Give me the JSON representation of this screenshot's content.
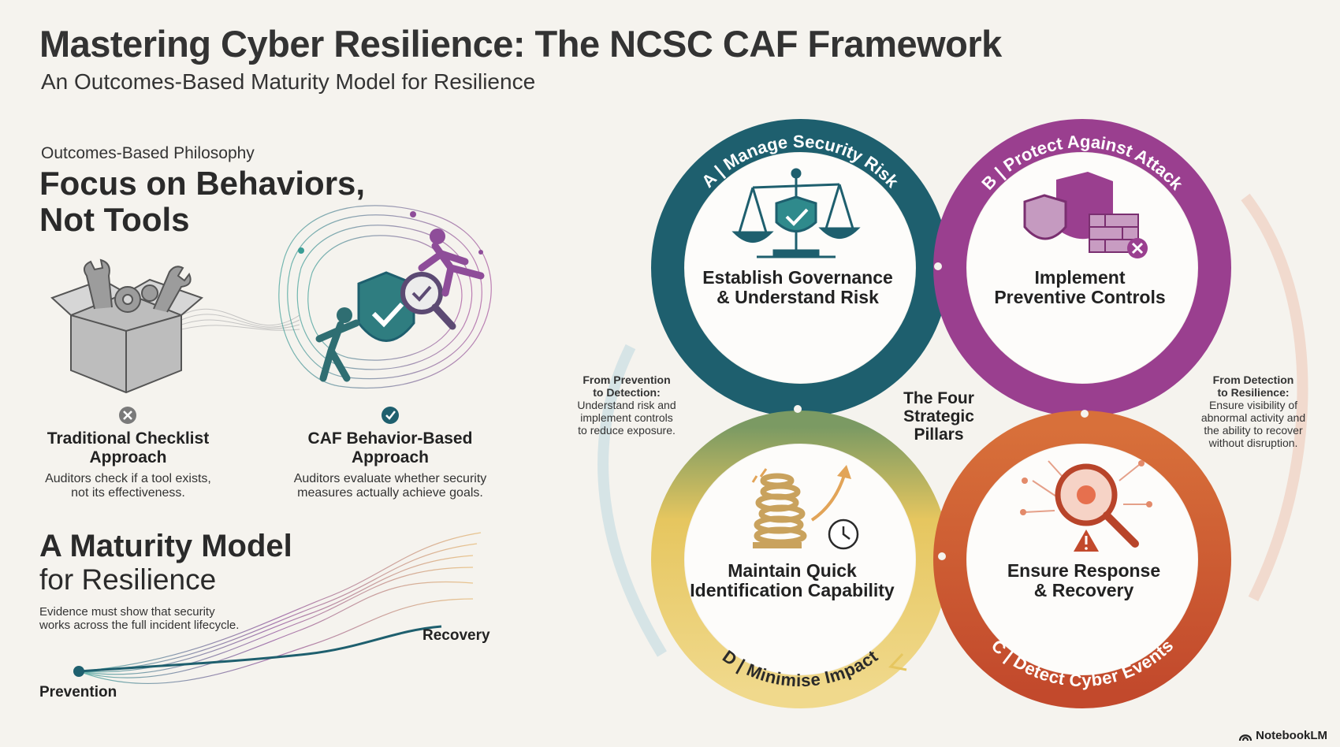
{
  "header": {
    "title": "Mastering Cyber Resilience: The NCSC CAF Framework",
    "subtitle": "An Outcomes-Based Maturity Model for Resilience"
  },
  "philosophy": {
    "kicker": "Outcomes-Based Philosophy",
    "title_line1": "Focus on Behaviors,",
    "title_line2": "Not Tools",
    "traditional": {
      "title_line1": "Traditional Checklist",
      "title_line2": "Approach",
      "desc_line1": "Auditors check if a tool exists,",
      "desc_line2": "not its effectiveness."
    },
    "caf": {
      "title_line1": "CAF Behavior-Based",
      "title_line2": "Approach",
      "desc_line1": "Auditors evaluate whether security",
      "desc_line2": "measures actually achieve goals."
    }
  },
  "maturity": {
    "title": "A Maturity Model",
    "subtitle": "for Resilience",
    "desc_line1": "Evidence must show that security",
    "desc_line2": "works across the full incident lifecycle.",
    "start_label": "Prevention",
    "end_label": "Recovery"
  },
  "pillars": {
    "center_line1": "The Four",
    "center_line2": "Strategic",
    "center_line3": "Pillars",
    "a": {
      "arc_label": "A | Manage Security Risk",
      "line1": "Establish Governance",
      "line2": "& Understand Risk"
    },
    "b": {
      "arc_label": "B | Protect Against Attack",
      "line1": "Implement",
      "line2": "Preventive Controls"
    },
    "c": {
      "arc_label": "C | Detect Cyber Events",
      "line1": "Ensure Response",
      "line2": "& Recovery"
    },
    "d": {
      "arc_label": "D | Minimise Impact",
      "line1": "Maintain Quick",
      "line2": "Identification Capability"
    },
    "left_note": {
      "heading_line1": "From Prevention",
      "heading_line2": "to Detection:",
      "line1": "Understand risk and",
      "line2": "implement controls",
      "line3": "to reduce exposure."
    },
    "right_note": {
      "heading_line1": "From Detection",
      "heading_line2": "to Resilience:",
      "line1": "Ensure visibility of",
      "line2": "abnormal activity and",
      "line3": "the ability to recover",
      "line4": "without disruption."
    }
  },
  "brand": {
    "name": "NotebookLM"
  },
  "colors": {
    "background": "#f5f3ee",
    "teal": "#1e5f6e",
    "purple": "#9a3f8f",
    "orange": "#cc4f2c",
    "yellow": "#edd37c"
  },
  "icons": {
    "traditional": "toolbox-icon",
    "caf": "shield-check-magnifier-icon",
    "a": "scales-shield-icon",
    "b": "shield-firewall-icon",
    "c": "magnifier-alert-icon",
    "d": "spring-clock-icon"
  }
}
